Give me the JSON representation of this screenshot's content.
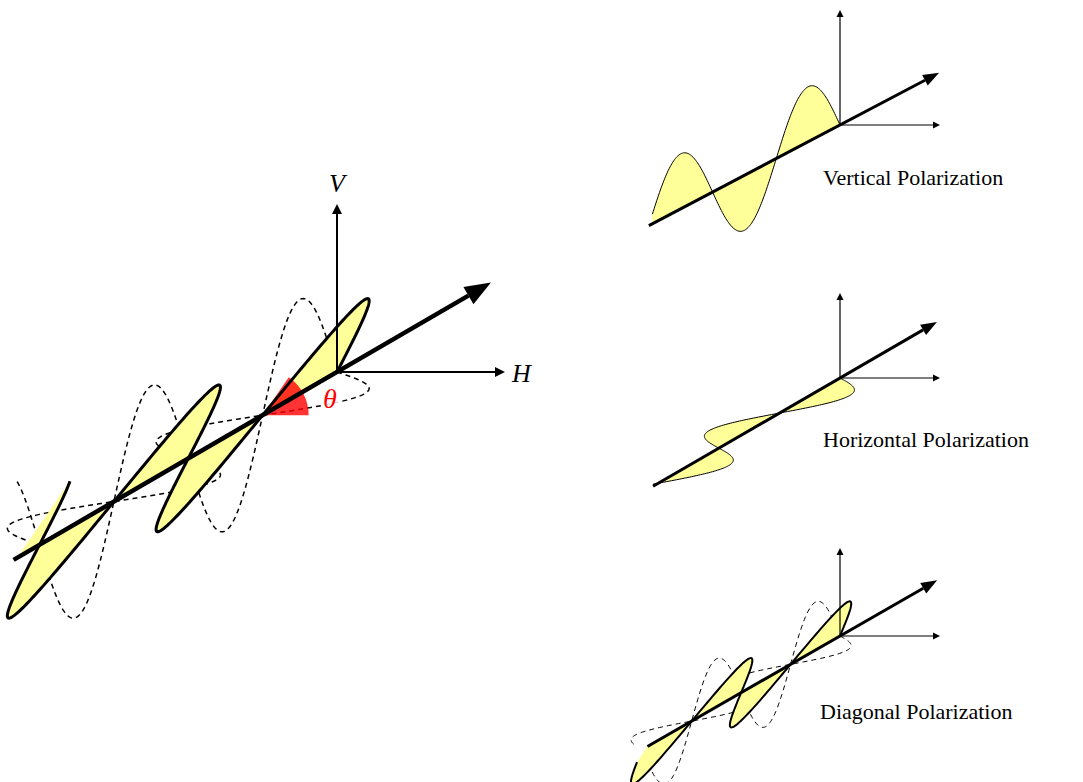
{
  "diagram": {
    "labels": [
      "V",
      "H",
      "θ",
      "Vertical Polarization",
      "Horizontal Polarization",
      "Diagonal Polarization"
    ]
  }
}
